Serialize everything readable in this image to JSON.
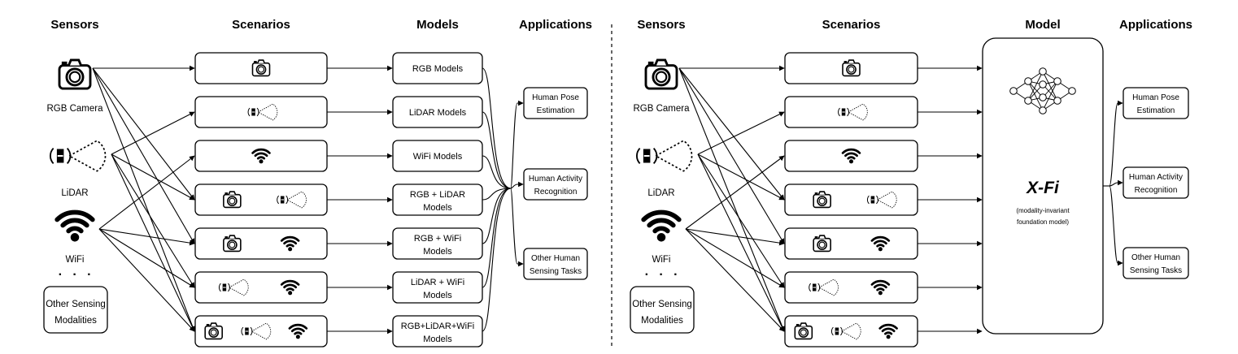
{
  "left": {
    "headers": {
      "sensors": "Sensors",
      "scenarios": "Scenarios",
      "models": "Models",
      "applications": "Applications"
    },
    "sensors": {
      "rgb_label": "RGB Camera",
      "lidar_label": "LiDAR",
      "wifi_label": "WiFi",
      "ellipsis": "· · ·",
      "other_line1": "Other Sensing",
      "other_line2": "Modalities"
    },
    "scenarios": [
      {
        "icons": [
          "camera-icon"
        ]
      },
      {
        "icons": [
          "lidar-icon"
        ]
      },
      {
        "icons": [
          "wifi-icon"
        ]
      },
      {
        "icons": [
          "camera-icon",
          "lidar-icon"
        ]
      },
      {
        "icons": [
          "camera-icon",
          "wifi-icon"
        ]
      },
      {
        "icons": [
          "lidar-icon",
          "wifi-icon"
        ]
      },
      {
        "icons": [
          "camera-icon",
          "lidar-icon",
          "wifi-icon"
        ]
      }
    ],
    "models": [
      {
        "line1": "RGB Models",
        "line2": ""
      },
      {
        "line1": "LiDAR Models",
        "line2": ""
      },
      {
        "line1": "WiFi Models",
        "line2": ""
      },
      {
        "line1": "RGB + LiDAR",
        "line2": "Models"
      },
      {
        "line1": "RGB + WiFi",
        "line2": "Models"
      },
      {
        "line1": "LiDAR + WiFi",
        "line2": "Models"
      },
      {
        "line1": "RGB+LiDAR+WiFi",
        "line2": "Models"
      }
    ],
    "applications": [
      {
        "line1": "Human Pose",
        "line2": "Estimation"
      },
      {
        "line1": "Human Activity",
        "line2": "Recognition"
      },
      {
        "line1": "Other Human",
        "line2": "Sensing Tasks"
      }
    ]
  },
  "right": {
    "headers": {
      "sensors": "Sensors",
      "scenarios": "Scenarios",
      "model": "Model",
      "applications": "Applications"
    },
    "sensors": {
      "rgb_label": "RGB Camera",
      "lidar_label": "LiDAR",
      "wifi_label": "WiFi",
      "ellipsis": "· · ·",
      "other_line1": "Other Sensing",
      "other_line2": "Modalities"
    },
    "scenarios": [
      {
        "icons": [
          "camera-icon"
        ]
      },
      {
        "icons": [
          "lidar-icon"
        ]
      },
      {
        "icons": [
          "wifi-icon"
        ]
      },
      {
        "icons": [
          "camera-icon",
          "lidar-icon"
        ]
      },
      {
        "icons": [
          "camera-icon",
          "wifi-icon"
        ]
      },
      {
        "icons": [
          "lidar-icon",
          "wifi-icon"
        ]
      },
      {
        "icons": [
          "camera-icon",
          "lidar-icon",
          "wifi-icon"
        ]
      }
    ],
    "model": {
      "icon": "neural-network-icon",
      "name": "X-Fi",
      "subtitle_line1": "(modality-invariant",
      "subtitle_line2": "foundation model)"
    },
    "applications": [
      {
        "line1": "Human Pose",
        "line2": "Estimation"
      },
      {
        "line1": "Human Activity",
        "line2": "Recognition"
      },
      {
        "line1": "Other Human",
        "line2": "Sensing Tasks"
      }
    ]
  }
}
